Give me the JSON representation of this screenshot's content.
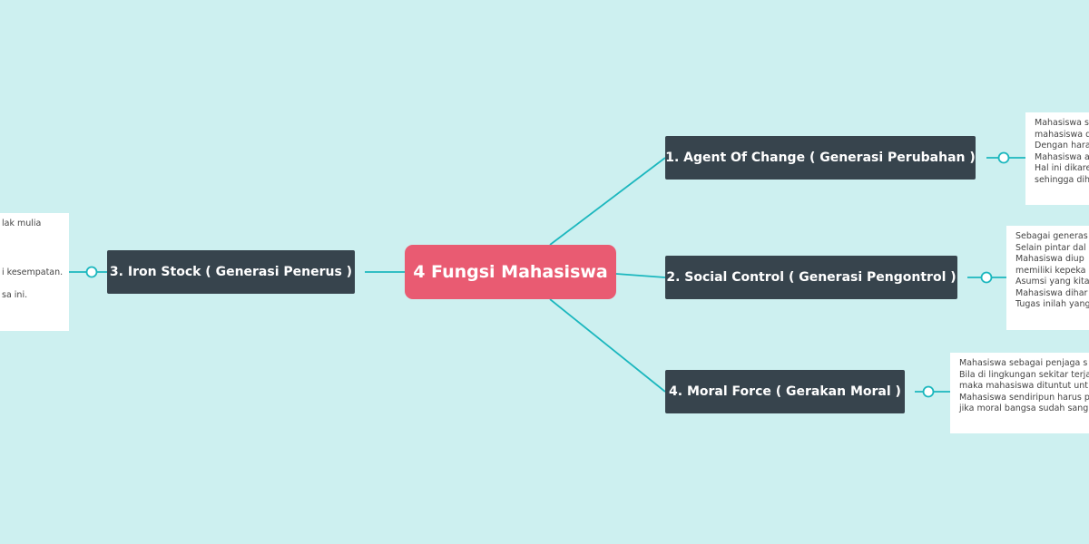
{
  "colors": {
    "background": "#cdf0f0",
    "central": "#e95b72",
    "topic": "#37444d",
    "connector": "#1bb7be",
    "note_background": "#ffffff"
  },
  "central_topic": "4 Fungsi Mahasiswa",
  "topics": [
    {
      "label": "1. Agent Of Change ( Generasi Perubahan )"
    },
    {
      "label": "2. Social Control ( Generasi Pengontrol )"
    },
    {
      "label": "3. Iron Stock ( Generasi Penerus )"
    },
    {
      "label": "4. Moral Force ( Gerakan Moral )"
    }
  ],
  "notes": {
    "agent_of_change": [
      "Mahasiswa s",
      "mahasiswa d",
      "Dengan hara",
      "Mahasiswa a",
      "Hal ini dikare",
      "sehingga dih"
    ],
    "social_control": [
      "Sebagai generas",
      "Selain pintar dal",
      "Mahasiswa diup",
      "memiliki kepeka",
      "Asumsi yang kita",
      "Mahasiswa dihar",
      "Tugas inilah yang"
    ],
    "iron_stock": [
      "lak mulia",
      "",
      "",
      "i kesempatan.",
      "",
      "sa ini."
    ],
    "moral_force": [
      "Mahasiswa sebagai penjaga s",
      "Bila di lingkungan sekitar terja",
      "maka mahasiswa dituntut unt",
      "Mahasiswa sendiripun harus p",
      "jika moral bangsa sudah sang"
    ]
  }
}
